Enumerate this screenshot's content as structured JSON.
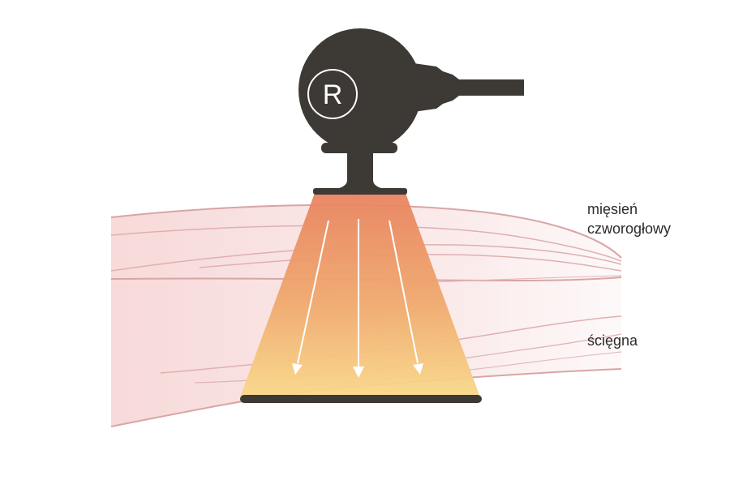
{
  "labels": {
    "muscle_line1": "mięsień",
    "muscle_line2": "czworogłowy",
    "tendon": "ścięgna"
  },
  "device": {
    "letter": "R"
  },
  "colors": {
    "device_body": "#3d3935",
    "tissue_fill": "#f7dcdc",
    "tissue_line": "#d9a5a5",
    "beam_top": "#e8835f",
    "beam_bottom": "#f9d98a",
    "arrow": "#ffffff"
  }
}
